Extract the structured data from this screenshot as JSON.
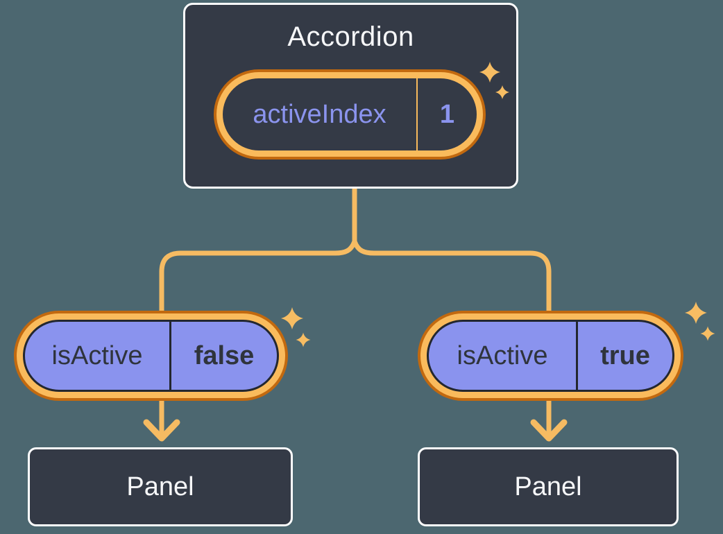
{
  "accordion": {
    "title": "Accordion",
    "state": {
      "name": "activeIndex",
      "value": "1"
    }
  },
  "left": {
    "prop": {
      "name": "isActive",
      "value": "false"
    },
    "panel": {
      "label": "Panel"
    }
  },
  "right": {
    "prop": {
      "name": "isActive",
      "value": "true"
    },
    "panel": {
      "label": "Panel"
    }
  },
  "icons": {
    "sparkle": "✦",
    "arrow_down": "↓"
  },
  "colors": {
    "background": "#4C6770",
    "card_fill": "#343A46",
    "card_border": "#FFFFFF",
    "purple_fill": "#8A93EE",
    "purple_text": "#8B94EE",
    "dark_text": "#2F343C",
    "ring_light": "#FABB5C",
    "ring_dark": "#C2690F",
    "connector": "#F6BB62",
    "sparkle": "#F7BD63"
  }
}
